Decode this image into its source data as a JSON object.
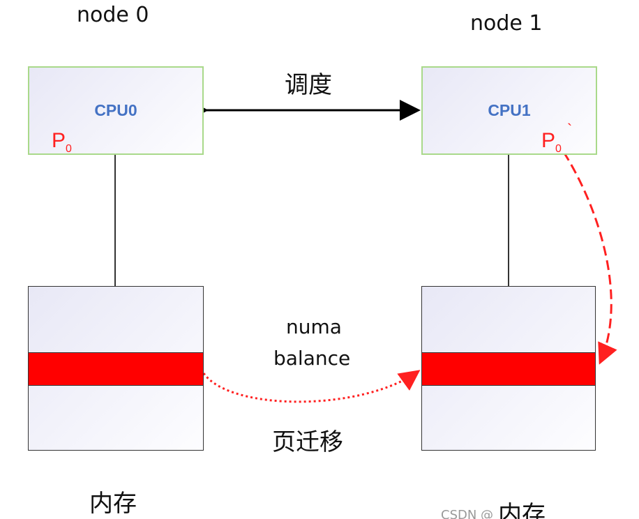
{
  "node0": {
    "title": "node 0",
    "cpu": "CPU0",
    "process": "P",
    "process_sub": "0",
    "memory": "内存"
  },
  "node1": {
    "title": "node 1",
    "cpu": "CPU1",
    "process": "P",
    "process_sub": "0",
    "process_mark": "`",
    "memory": "内存"
  },
  "schedule_label": "调度",
  "numa_label_1": "numa",
  "numa_label_2": "balance",
  "migration_label": "页迁移",
  "watermark": "CSDN @",
  "colors": {
    "cpu_border": "#a9d98a",
    "cpu_text": "#4472c4",
    "page": "#ff0000",
    "migration": "#ff2020"
  }
}
